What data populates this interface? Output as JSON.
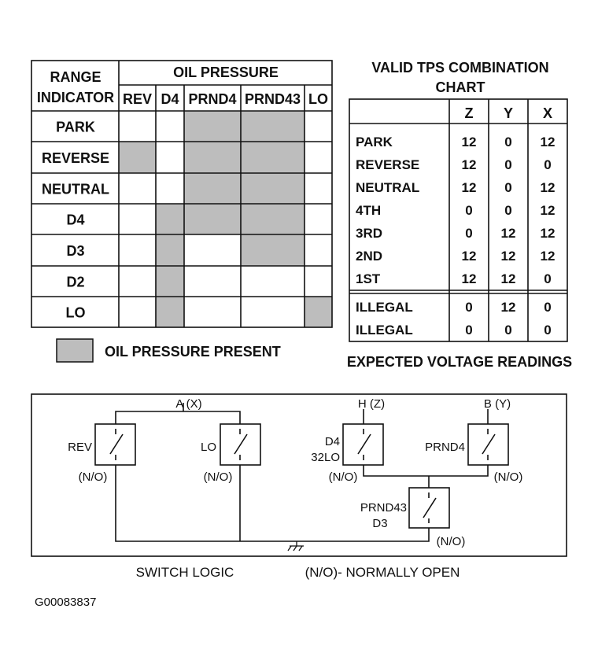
{
  "pressure_table": {
    "corner_label": [
      "RANGE",
      "INDICATOR"
    ],
    "group_header": "OIL PRESSURE",
    "columns": [
      "REV",
      "D4",
      "PRND4",
      "PRND43",
      "LO"
    ],
    "rows": [
      {
        "label": "PARK",
        "pressure": [
          false,
          false,
          true,
          true,
          false
        ]
      },
      {
        "label": "REVERSE",
        "pressure": [
          true,
          false,
          true,
          true,
          false
        ]
      },
      {
        "label": "NEUTRAL",
        "pressure": [
          false,
          false,
          true,
          true,
          false
        ]
      },
      {
        "label": "D4",
        "pressure": [
          false,
          true,
          true,
          true,
          false
        ]
      },
      {
        "label": "D3",
        "pressure": [
          false,
          true,
          false,
          true,
          false
        ]
      },
      {
        "label": "D2",
        "pressure": [
          false,
          true,
          false,
          false,
          false
        ]
      },
      {
        "label": "LO",
        "pressure": [
          false,
          true,
          false,
          false,
          true
        ]
      }
    ],
    "legend_label": "OIL PRESSURE PRESENT",
    "shade_color": "#bdbdbd"
  },
  "tps_chart": {
    "title": [
      "VALID TPS COMBINATION",
      "CHART"
    ],
    "columns": [
      "Z",
      "Y",
      "X"
    ],
    "valid_rows": [
      {
        "label": "PARK",
        "values": [
          "12",
          "0",
          "12"
        ]
      },
      {
        "label": "REVERSE",
        "values": [
          "12",
          "0",
          "0"
        ]
      },
      {
        "label": "NEUTRAL",
        "values": [
          "12",
          "0",
          "12"
        ]
      },
      {
        "label": "4TH",
        "values": [
          "0",
          "0",
          "12"
        ]
      },
      {
        "label": "3RD",
        "values": [
          "0",
          "12",
          "12"
        ]
      },
      {
        "label": "2ND",
        "values": [
          "12",
          "12",
          "12"
        ]
      },
      {
        "label": "1ST",
        "values": [
          "12",
          "12",
          "0"
        ]
      }
    ],
    "illegal_rows": [
      {
        "label": "ILLEGAL",
        "values": [
          "0",
          "12",
          "0"
        ]
      },
      {
        "label": "ILLEGAL",
        "values": [
          "0",
          "0",
          "0"
        ]
      }
    ],
    "caption": "EXPECTED  VOLTAGE  READINGS"
  },
  "switch_logic": {
    "terminals": {
      "a": "A (X)",
      "h": "H (Z)",
      "b": "B (Y)"
    },
    "switches": {
      "rev": [
        "REV"
      ],
      "lo": [
        "LO"
      ],
      "d4": [
        "D4",
        "32LO"
      ],
      "prnd4": [
        "PRND4"
      ],
      "prnd43": [
        "PRND43",
        "D3"
      ]
    },
    "no_label": "(N/O)",
    "caption_left": "SWITCH LOGIC",
    "caption_right": "(N/O)- NORMALLY OPEN"
  },
  "figure_id": "G00083837"
}
